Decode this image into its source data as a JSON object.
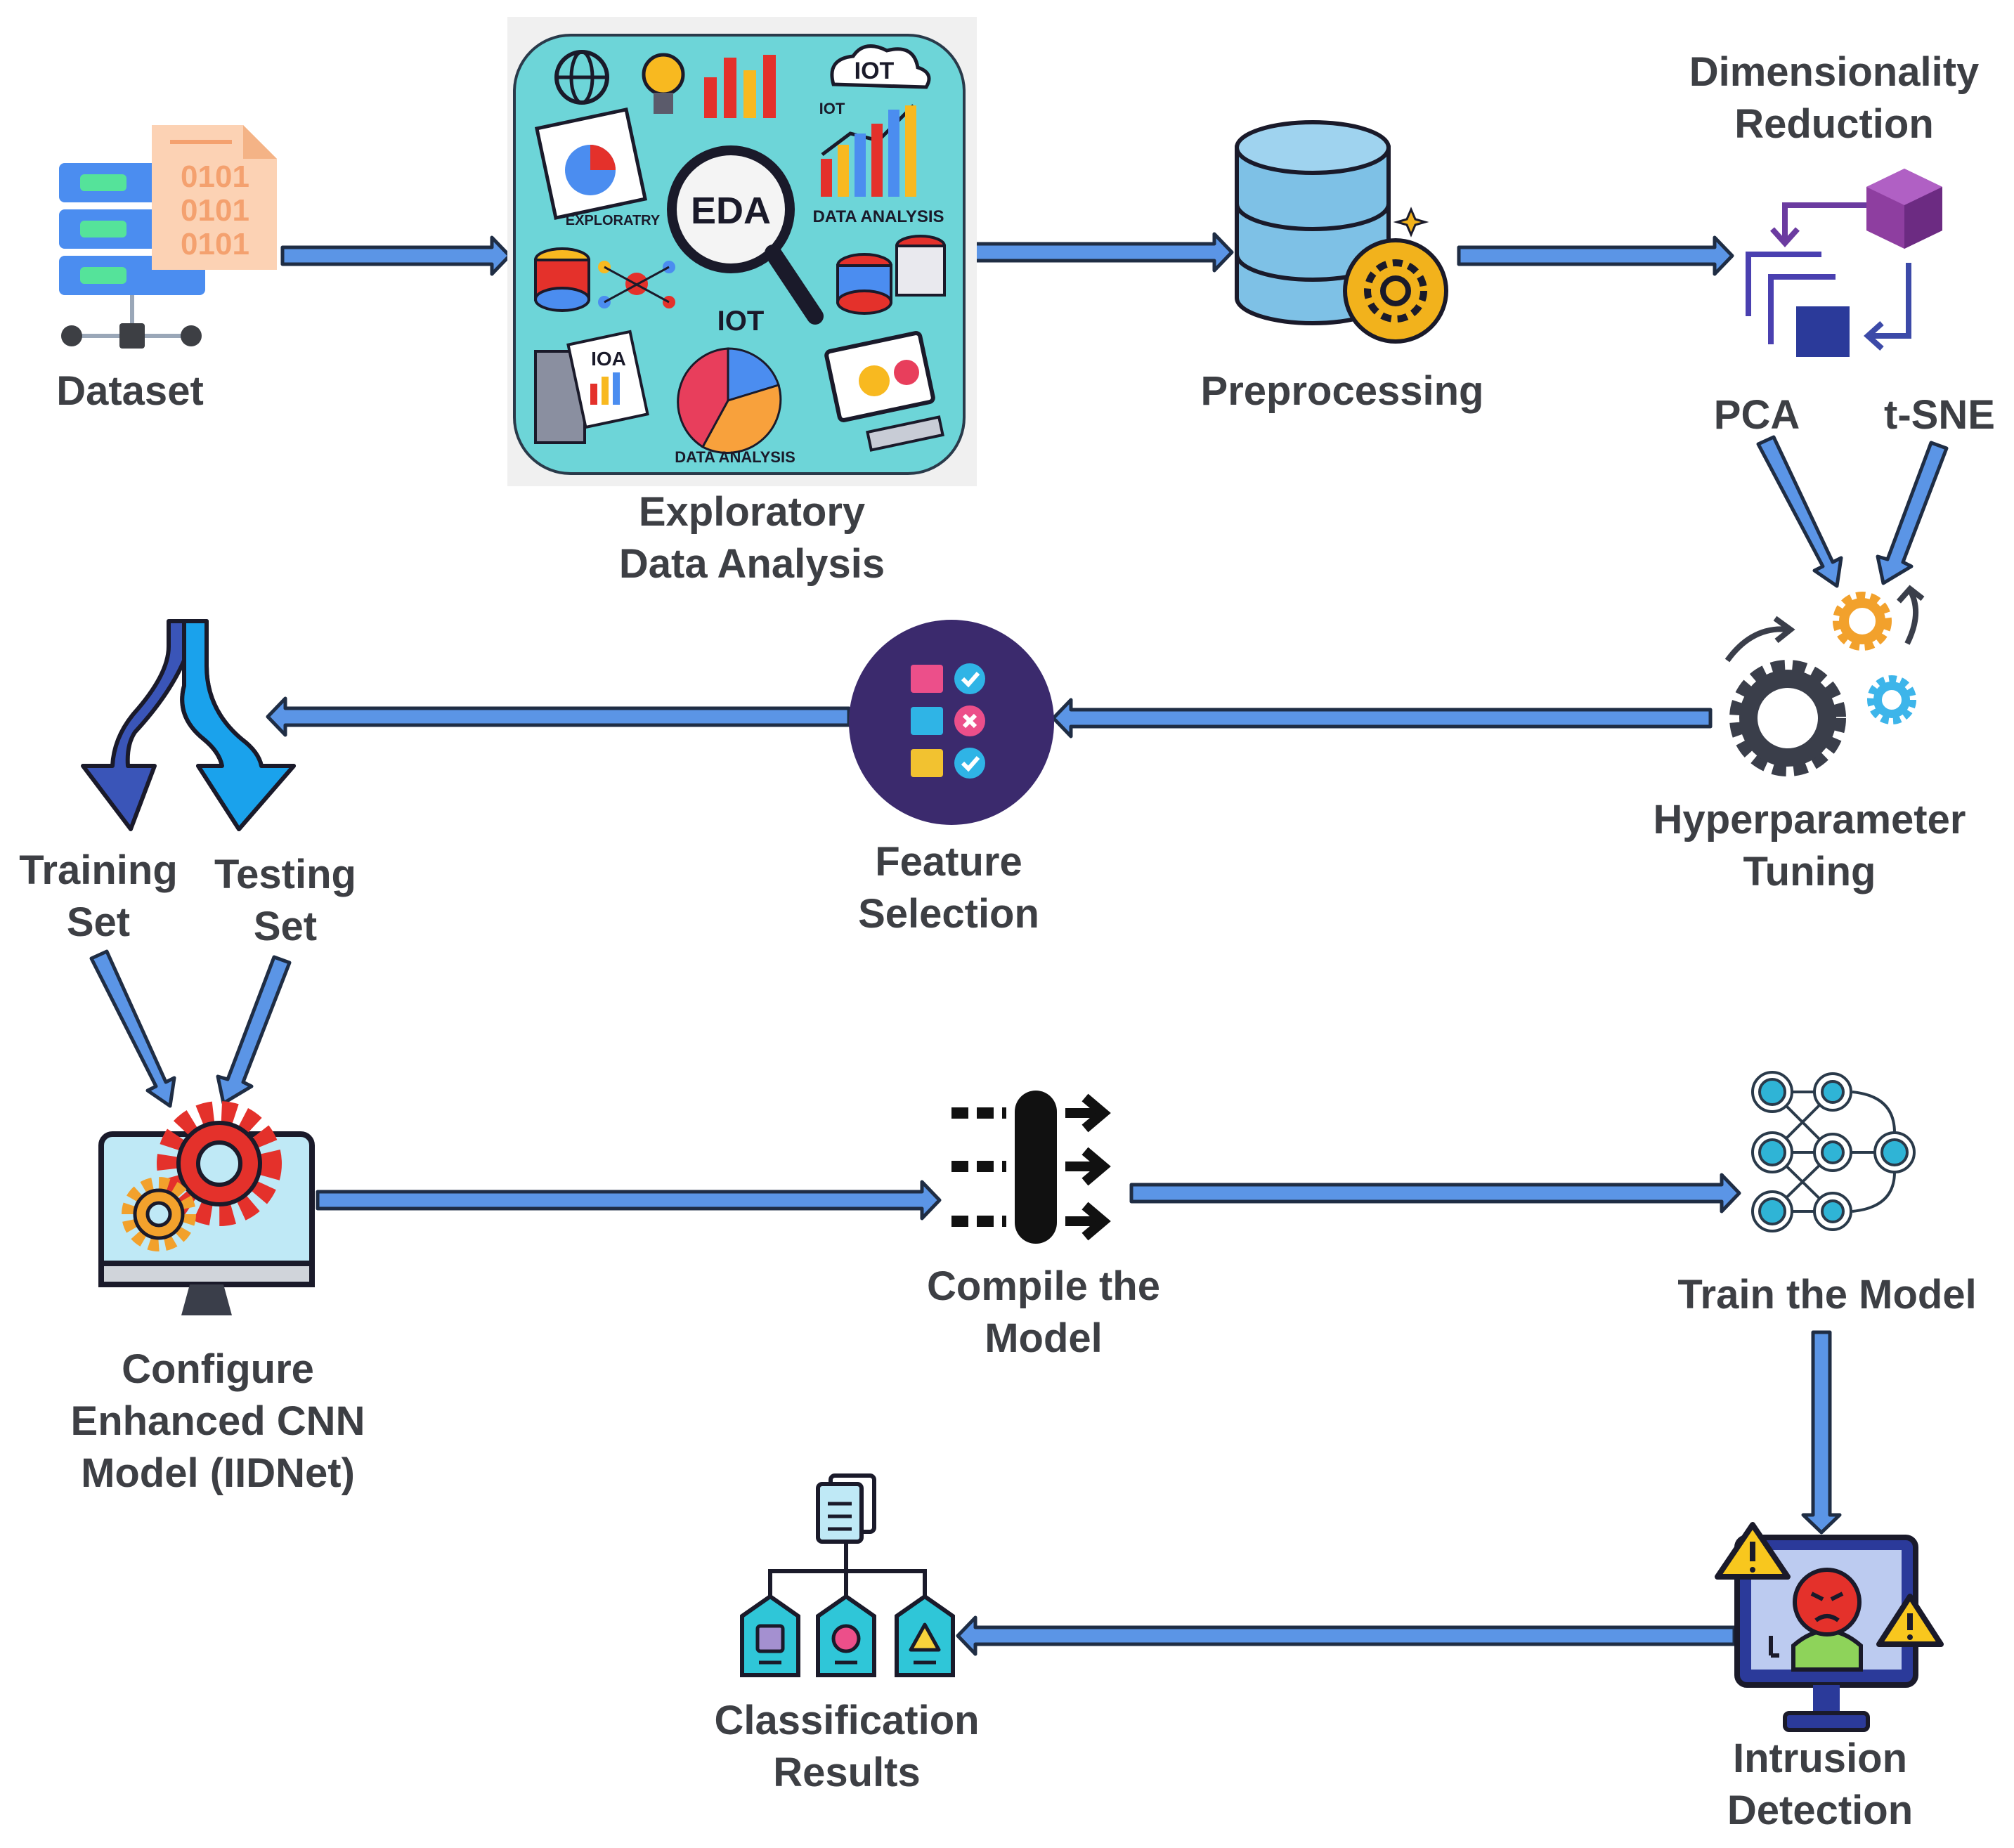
{
  "colors": {
    "arrow_fill": "#5b95e6",
    "arrow_stroke": "#1f2d44",
    "label_text": "#3d3f44",
    "eda_background": "#6dd5d8",
    "feature_circle": "#3b2a6d",
    "database_blue": "#7ec1e6",
    "gear_yellow": "#f2b21c",
    "cnn_red_gear": "#e4312b",
    "intrusion_screen": "#bccbf0"
  },
  "nodes": {
    "dataset": {
      "label": "Dataset",
      "binary_text": [
        "0101",
        "0101",
        "0101"
      ]
    },
    "eda": {
      "label_lines": [
        "Exploratory",
        "Data Analysis"
      ],
      "image_text": {
        "eda": "EDA",
        "iot_cloud": "IOT",
        "iot_small": "IOT",
        "iot_middle": "IOT",
        "ioa": "IOA",
        "exploratry": "EXPLORATRY",
        "data_analysis_top": "DATA ANALYSIS",
        "data_analysis_bottom": "DATA ANALYSIS"
      }
    },
    "preprocessing": {
      "label": "Preprocessing"
    },
    "dim_reduction": {
      "label_lines": [
        "Dimensionality",
        "Reduction"
      ],
      "pca": "PCA",
      "tsne": "t-SNE"
    },
    "hyperparameter": {
      "label_lines": [
        "Hyperparameter",
        "Tuning"
      ]
    },
    "feature_selection": {
      "label_lines": [
        "Feature",
        "Selection"
      ]
    },
    "split": {
      "training_lines": [
        "Training",
        "Set"
      ],
      "testing_lines": [
        "Testing",
        "Set"
      ]
    },
    "cnn": {
      "label_lines": [
        "Configure",
        "Enhanced CNN",
        "Model (IIDNet)"
      ]
    },
    "compile": {
      "label_lines": [
        "Compile the",
        "Model"
      ]
    },
    "train": {
      "label": "Train the Model"
    },
    "intrusion": {
      "label_lines": [
        "Intrusion",
        "Detection"
      ]
    },
    "classification": {
      "label_lines": [
        "Classification",
        "Results"
      ]
    }
  },
  "icons": {
    "dataset": "server-database-icon",
    "eda": "eda-illustration",
    "preprocessing": "database-gear-icon",
    "dim_reduction": "dimensionality-reduction-icon",
    "hyperparameter": "gears-tuning-icon",
    "feature_selection": "checklist-icon",
    "split": "split-arrows-icon",
    "cnn": "monitor-gears-icon",
    "compile": "compile-arrows-icon",
    "train": "neural-network-icon",
    "intrusion": "intrusion-monitor-icon",
    "classification": "classification-tree-icon"
  }
}
